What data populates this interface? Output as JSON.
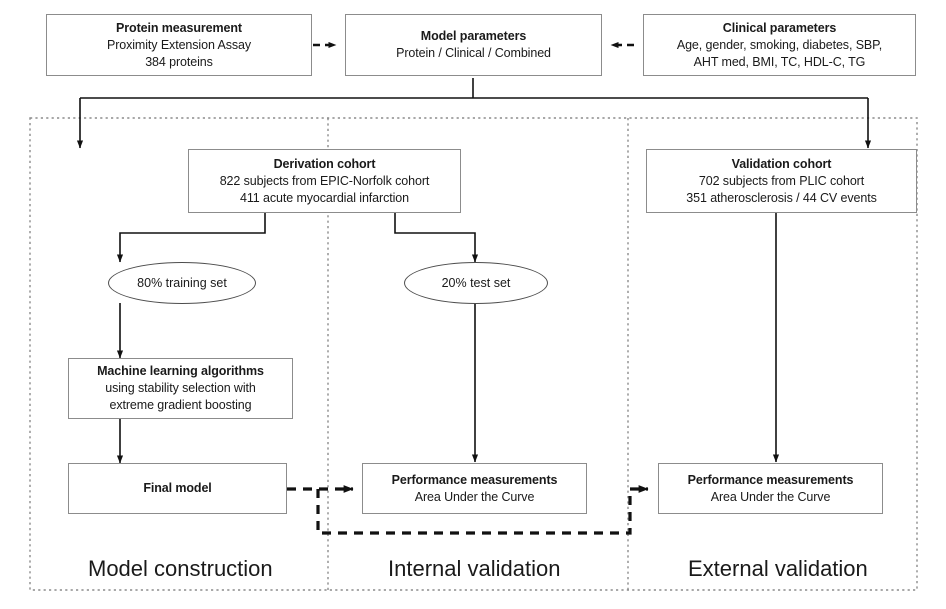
{
  "figure": {
    "type": "flowchart",
    "title": "Study design flowchart for proteomic risk model construction and validation"
  },
  "nodes": {
    "protein_measurement": {
      "title": "Protein measurement",
      "line1": "Proximity Extension Assay",
      "line2": "384 proteins"
    },
    "model_parameters": {
      "title": "Model parameters",
      "line1": "Protein / Clinical / Combined"
    },
    "clinical_parameters": {
      "title": "Clinical parameters",
      "line1": "Age, gender, smoking, diabetes, SBP,",
      "line2": "AHT med, BMI, TC, HDL-C, TG"
    },
    "derivation_cohort": {
      "title": "Derivation cohort",
      "line1": "822 subjects from EPIC-Norfolk cohort",
      "line2": "411 acute myocardial infarction"
    },
    "validation_cohort": {
      "title": "Validation cohort",
      "line1": "702 subjects from PLIC cohort",
      "line2": "351 atherosclerosis / 44 CV events"
    },
    "training_set": {
      "label": "80% training set"
    },
    "test_set": {
      "label": "20% test set"
    },
    "ml_algorithms": {
      "title": "Machine learning algorithms",
      "line1": "using stability selection with",
      "line2": "extreme gradient boosting"
    },
    "final_model": {
      "title": "Final model"
    },
    "performance_internal": {
      "title": "Performance measurements",
      "line1": "Area Under the Curve"
    },
    "performance_external": {
      "title": "Performance measurements",
      "line1": "Area Under the Curve"
    }
  },
  "sections": {
    "model_construction": "Model construction",
    "internal_validation": "Internal validation",
    "external_validation": "External validation"
  },
  "colors": {
    "box_border": "#8c8c8c",
    "ellipse_border": "#4d4d4d",
    "wire": "#1a1a1a",
    "dotted": "#8c8c8c",
    "text": "#1a1a1a",
    "background": "#ffffff"
  }
}
